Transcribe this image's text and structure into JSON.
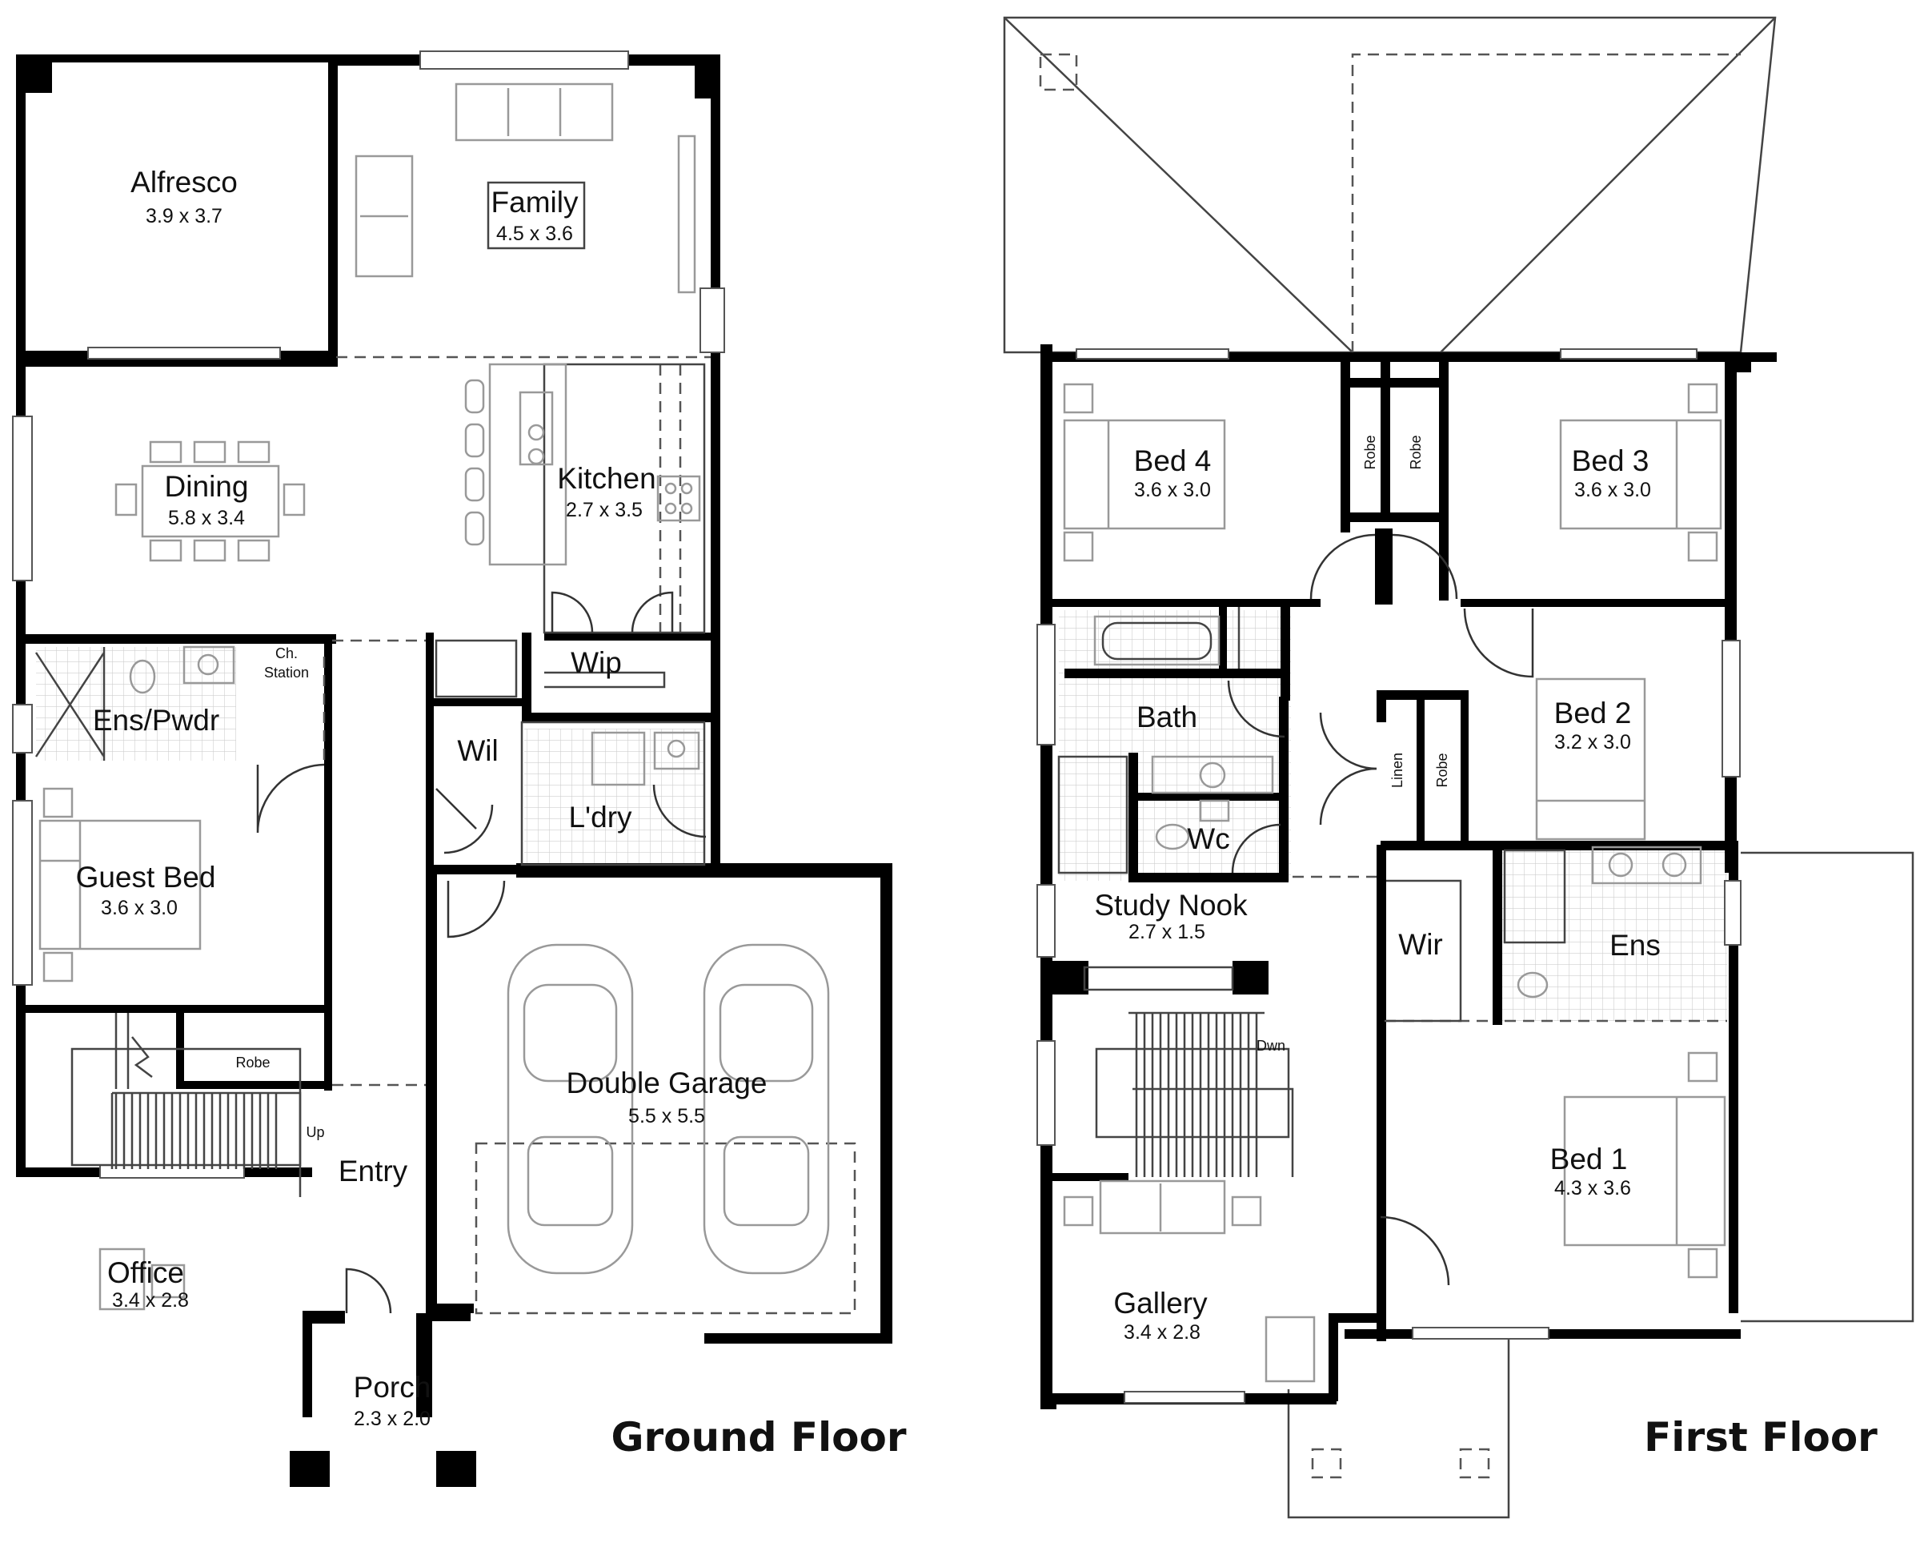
{
  "ground_floor": {
    "title": "Ground Floor",
    "rooms": [
      {
        "key": "alfresco",
        "name": "Alfresco",
        "size": "3.9 x 3.7"
      },
      {
        "key": "family",
        "name": "Family",
        "size": "4.5 x 3.6"
      },
      {
        "key": "dining",
        "name": "Dining",
        "size": "5.8 x 3.4"
      },
      {
        "key": "kitchen",
        "name": "Kitchen",
        "size": "2.7 x 3.5"
      },
      {
        "key": "wip",
        "name": "Wip"
      },
      {
        "key": "ens-pwdr",
        "name": "Ens/Pwdr"
      },
      {
        "key": "wil",
        "name": "Wil"
      },
      {
        "key": "laundry",
        "name": "L'dry"
      },
      {
        "key": "guest-bed",
        "name": "Guest Bed",
        "size": "3.6 x 3.0"
      },
      {
        "key": "double-garage",
        "name": "Double Garage",
        "size": "5.5 x 5.5"
      },
      {
        "key": "entry",
        "name": "Entry"
      },
      {
        "key": "office",
        "name": "Office",
        "size": "3.4 x 2.8"
      },
      {
        "key": "porch",
        "name": "Porch",
        "size": "2.3 x 2.0"
      }
    ],
    "labels": {
      "ch_station_1": "Ch.",
      "ch_station_2": "Station",
      "robe": "Robe",
      "up": "Up"
    }
  },
  "first_floor": {
    "title": "First Floor",
    "rooms": [
      {
        "key": "bed-4",
        "name": "Bed 4",
        "size": "3.6 x 3.0"
      },
      {
        "key": "bed-3",
        "name": "Bed 3",
        "size": "3.6 x 3.0"
      },
      {
        "key": "bath",
        "name": "Bath"
      },
      {
        "key": "bed-2",
        "name": "Bed 2",
        "size": "3.2 x 3.0"
      },
      {
        "key": "wc",
        "name": "Wc"
      },
      {
        "key": "study-nook",
        "name": "Study Nook",
        "size": "2.7 x 1.5"
      },
      {
        "key": "wir",
        "name": "Wir"
      },
      {
        "key": "ens",
        "name": "Ens"
      },
      {
        "key": "bed-1",
        "name": "Bed 1",
        "size": "4.3 x 3.6"
      },
      {
        "key": "gallery",
        "name": "Gallery",
        "size": "3.4 x 2.8"
      }
    ],
    "labels": {
      "robe_a": "Robe",
      "robe_b": "Robe",
      "linen": "Linen",
      "robe_c": "Robe",
      "dwn": "Dwn"
    }
  }
}
